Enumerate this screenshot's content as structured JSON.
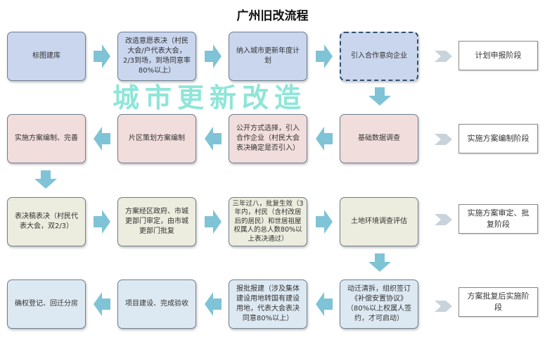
{
  "title": "广州旧改流程",
  "rows": [
    [
      "标图建库",
      "改造意愿表决（村民大会/户代表大会，2/3到场，到场同意率80%以上）",
      "纳入城市更新年度计划",
      "引入合作意向企业"
    ],
    [
      "基础数据调查",
      "公开方式选择，引入合作企业（村民大会表决确定是否引入）",
      "片区策划方案编制",
      "实施方案编制、完善"
    ],
    [
      "表决稿表决（村民代表大会，双2/3）",
      "方案经区政府、市城更部门审定，由市城更部门批复",
      "三年过八，批复生效（3年内，村民（含村改居后的居民）和世居祖屋权属人的总人数80%以上表决通过）",
      "土地环境调查评估"
    ],
    [
      "动迁清拆，组织签订《补偿安置协议》（80%以上权属人签约，才可启动）",
      "报批报建（涉及集体建设用地转国有建设用地，代表大会表决同意80%以上）",
      "项目建设、完成验收",
      "确权登记、回迁分房"
    ]
  ],
  "stages": [
    "计划申报阶段",
    "实施方案编制阶段",
    "实施方案审定、批复阶段",
    "方案批复后实施阶段"
  ],
  "watermark": "城市更新改造",
  "colors": {
    "row1": "#c9d6ee",
    "row2": "#f1dddb",
    "row3": "#ecedde",
    "row4": "#dde9f2",
    "arrow": "#7fc3d6",
    "chevron": "#c9d3dc"
  }
}
